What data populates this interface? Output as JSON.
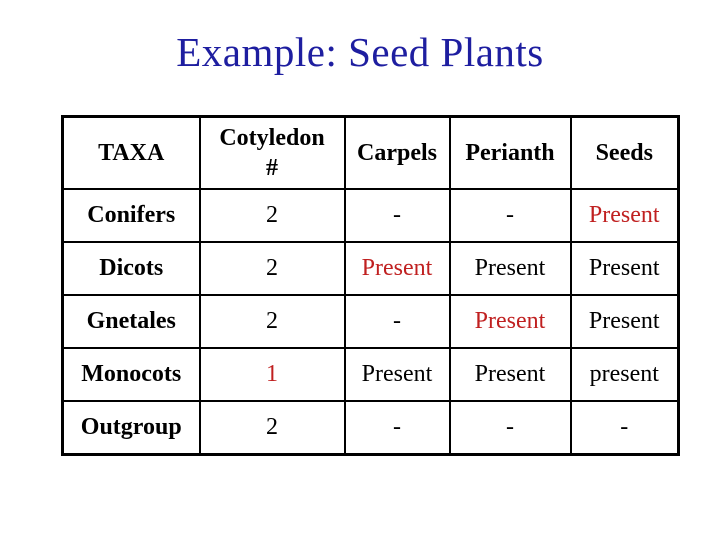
{
  "slide": {
    "title": "Example: Seed Plants"
  },
  "colors": {
    "title_blue": "#1E1EA0",
    "accent_red": "#C02020",
    "text_black": "#000000",
    "table_border": "#000000",
    "background": "#FFFFFF"
  },
  "table": {
    "columns": [
      "TAXA",
      "Cotyledon\n#",
      "Carpels",
      "Perianth",
      "Seeds"
    ],
    "rows": [
      {
        "cells": [
          {
            "text": "Conifers",
            "color": "#000000"
          },
          {
            "text": "2",
            "color": "#000000"
          },
          {
            "text": "-",
            "color": "#000000"
          },
          {
            "text": "-",
            "color": "#000000"
          },
          {
            "text": "Present",
            "color": "#C02020"
          }
        ]
      },
      {
        "cells": [
          {
            "text": "Dicots",
            "color": "#000000"
          },
          {
            "text": "2",
            "color": "#000000"
          },
          {
            "text": "Present",
            "color": "#C02020"
          },
          {
            "text": "Present",
            "color": "#000000"
          },
          {
            "text": "Present",
            "color": "#000000"
          }
        ]
      },
      {
        "cells": [
          {
            "text": "Gnetales",
            "color": "#000000"
          },
          {
            "text": "2",
            "color": "#000000"
          },
          {
            "text": "-",
            "color": "#000000"
          },
          {
            "text": "Present",
            "color": "#C02020"
          },
          {
            "text": "Present",
            "color": "#000000"
          }
        ]
      },
      {
        "cells": [
          {
            "text": "Monocots",
            "color": "#000000"
          },
          {
            "text": "1",
            "color": "#C02020"
          },
          {
            "text": "Present",
            "color": "#000000"
          },
          {
            "text": "Present",
            "color": "#000000"
          },
          {
            "text": "present",
            "color": "#000000"
          }
        ]
      },
      {
        "cells": [
          {
            "text": "Outgroup",
            "color": "#000000"
          },
          {
            "text": "2",
            "color": "#000000"
          },
          {
            "text": "-",
            "color": "#000000"
          },
          {
            "text": "-",
            "color": "#000000"
          },
          {
            "text": "-",
            "color": "#000000"
          }
        ]
      }
    ]
  }
}
